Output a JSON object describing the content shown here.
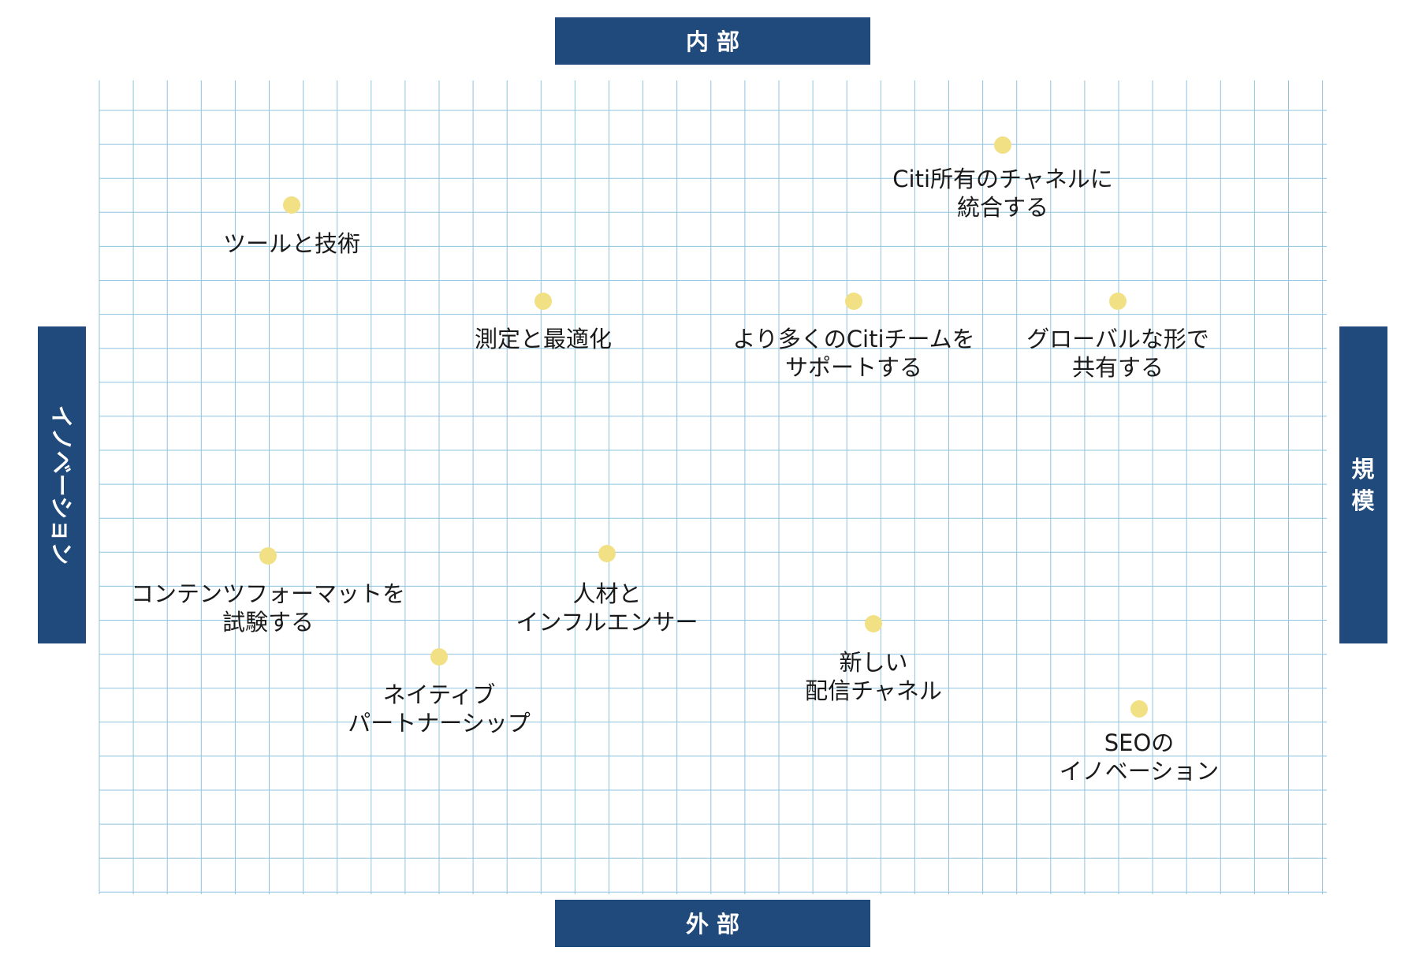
{
  "colors": {
    "axis_box": "#204a7b",
    "axis_text": "#ffffff",
    "grid_line": "#8fc3df",
    "dot": "#f2e085",
    "label_text": "#1a1a1a",
    "background": "#ffffff"
  },
  "axes": {
    "top": "内 部",
    "bottom": "外 部",
    "left": "イノベーション",
    "right": "規模"
  },
  "items": [
    {
      "lines": [
        "Citi所有のチャネルに",
        "統合する"
      ]
    },
    {
      "lines": [
        "ツールと技術"
      ]
    },
    {
      "lines": [
        "測定と最適化"
      ]
    },
    {
      "lines": [
        "より多くのCitiチームを",
        "サポートする"
      ]
    },
    {
      "lines": [
        "グローバルな形で",
        "共有する"
      ]
    },
    {
      "lines": [
        "コンテンツフォーマットを",
        "試験する"
      ]
    },
    {
      "lines": [
        "人材と",
        "インフルエンサー"
      ]
    },
    {
      "lines": [
        "ネイティブ",
        "パートナーシップ"
      ]
    },
    {
      "lines": [
        "新しい",
        "配信チャネル"
      ]
    },
    {
      "lines": [
        "SEOの",
        "イノベーション"
      ]
    }
  ]
}
